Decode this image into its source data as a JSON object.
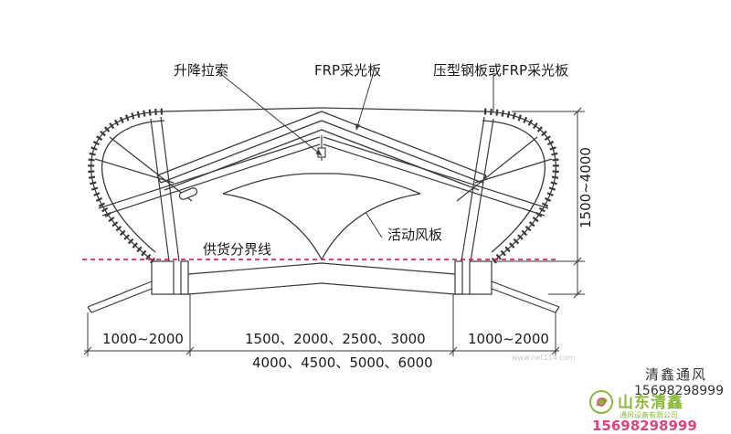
{
  "labels": {
    "lift_cable": "升降拉索",
    "frp_panel": "FRP采光板",
    "steel_or_frp": "压型钢板或FRP采光板",
    "height_range": "1500~4000",
    "movable_damper": "活动风板",
    "supply_boundary": "供货分界线"
  },
  "dimensions": {
    "left_width": "1000~2000",
    "right_width": "1000~2000",
    "throat_row1": "1500、2000、2500、3000",
    "throat_row2": "4000、4500、5000、6000"
  },
  "watermark": {
    "faint_text": "",
    "faint_url": "www.net114.com"
  },
  "company": {
    "name": "清鑫通风",
    "phone": "15698298999",
    "logo_name": "山东清鑫",
    "logo_sub": "通风设备有限公司",
    "logo_phone": "15698298999"
  },
  "colors": {
    "line": "#3a3a3a",
    "boundary": "#e0004a",
    "logo_green": "#8ab83a",
    "logo_pink": "#e0447a"
  }
}
